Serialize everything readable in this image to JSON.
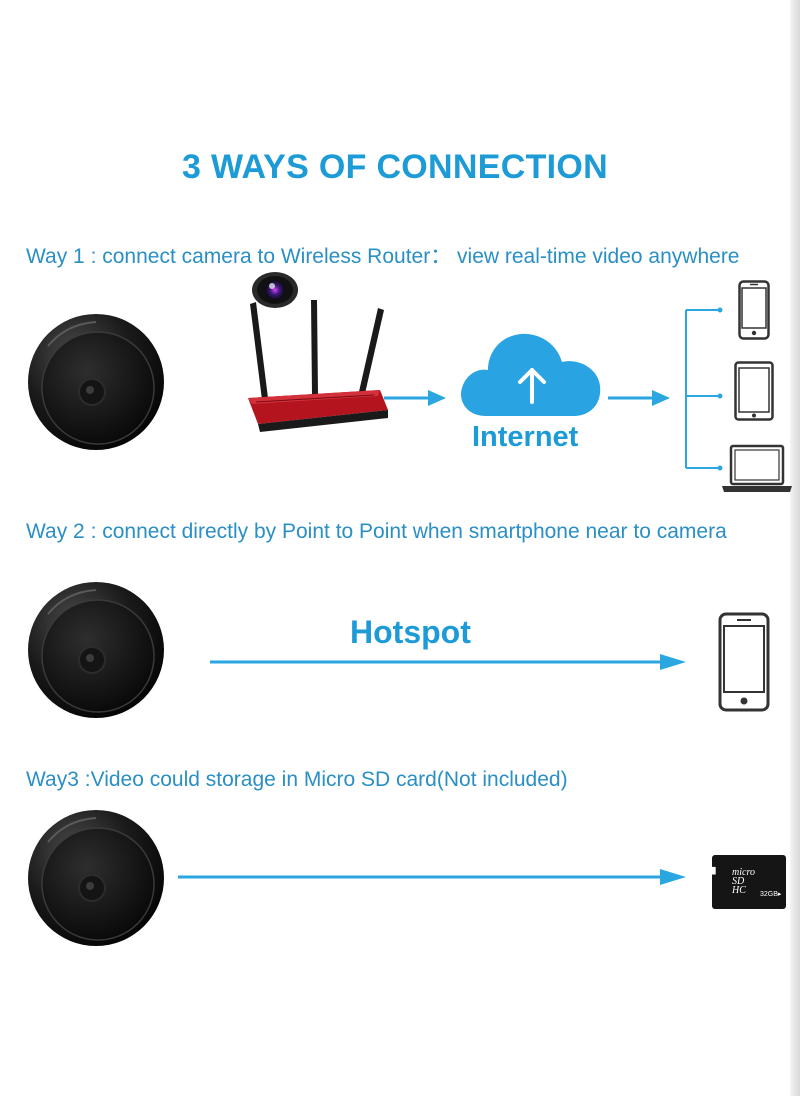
{
  "title": "3 WAYS OF CONNECTION",
  "ways": [
    {
      "caption": "Way 1 : connect camera to Wireless Router： view real-time video anywhere",
      "label": "Internet"
    },
    {
      "caption": "Way 2 : connect directly by Point to Point when smartphone near to camera",
      "label": "Hotspot"
    },
    {
      "caption": "Way3 :Video could storage in Micro SD card(Not included)"
    }
  ],
  "sd_card": {
    "logo_line1": "micro",
    "logo_line2": "SD",
    "logo_line3": "HC",
    "capacity": "32GB▸"
  },
  "colors": {
    "accent": "#1d9bd6",
    "arrow": "#2aa7e0",
    "device_outline": "#333333"
  },
  "icons": [
    "camera-icon",
    "lens-icon",
    "router-icon",
    "cloud-upload-icon",
    "smartphone-icon",
    "tablet-icon",
    "laptop-icon",
    "micro-sd-card-icon"
  ]
}
